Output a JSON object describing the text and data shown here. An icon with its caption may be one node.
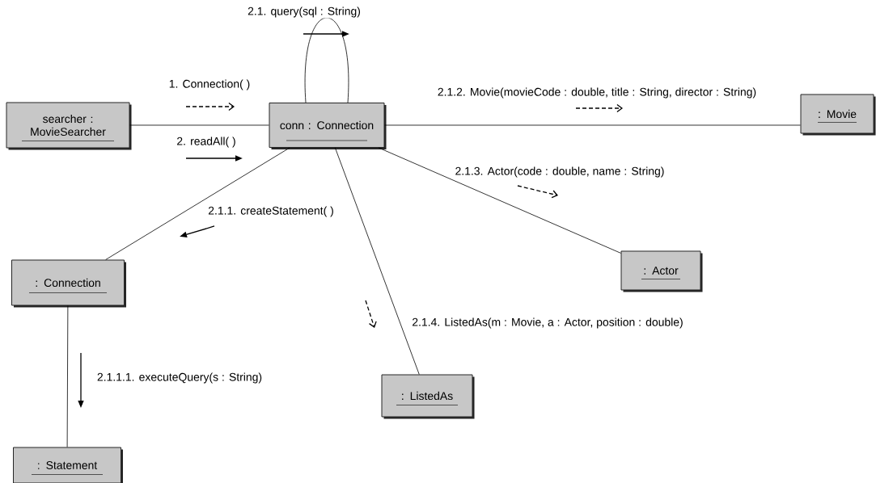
{
  "diagram": {
    "nodes": [
      {
        "text": [
          "searcher : MovieSearcher"
        ]
      },
      {
        "text": [
          "conn : Connection"
        ]
      },
      {
        "text": [
          ": Movie"
        ]
      },
      {
        "text": [
          ": Connection"
        ]
      },
      {
        "text": [
          ": Actor"
        ]
      },
      {
        "text": [
          ": ListedAs"
        ]
      },
      {
        "text": [
          ": Statement"
        ]
      }
    ],
    "edges": [
      {
        "from": 0,
        "to": 1,
        "arrow": "none",
        "label": "1. Connection( )"
      },
      {
        "from": 1,
        "to": 1,
        "arrow": "none",
        "label": "2.1. query(sql : String)"
      },
      {
        "from": 1,
        "to": 2,
        "arrow": "none",
        "label": "2.1.2. Movie(movieCode : double, title : String, director : String)"
      },
      {
        "from": 1,
        "to": 3,
        "arrow": "none",
        "label": "2.1.1. createStatement( )"
      },
      {
        "from": 1,
        "to": 4,
        "arrow": "none",
        "label": "2.1.3. Actor(code : double, name : String)"
      },
      {
        "from": 1,
        "to": 5,
        "arrow": "none",
        "label": "2.1.4. ListedAs(m : Movie, a : Actor, position : double)"
      },
      {
        "from": 3,
        "to": 6,
        "arrow": "none",
        "label": "2.1.1.1. executeQuery(s : String)"
      }
    ],
    "labels": [
      "2. readAll( )"
    ]
  }
}
